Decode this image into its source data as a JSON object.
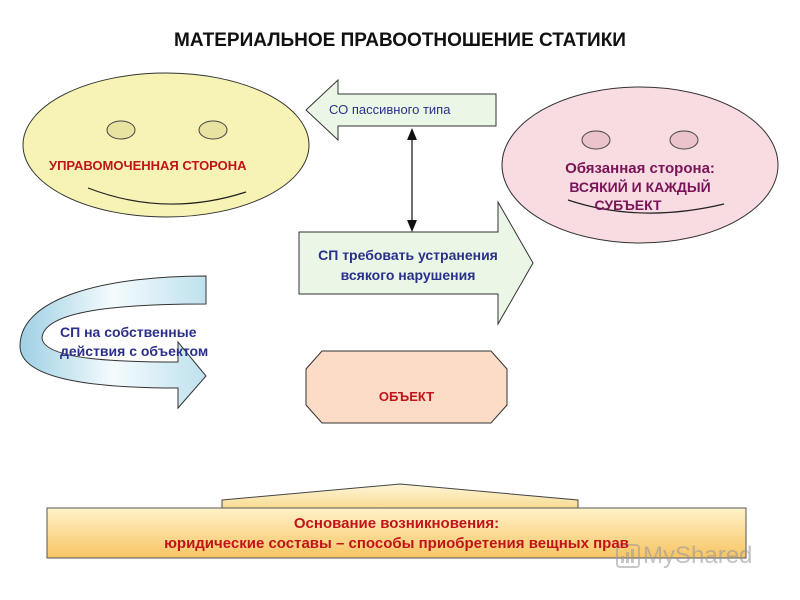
{
  "title": "МАТЕРИАЛЬНОЕ ПРАВООТНОШЕНИЕ СТАТИКИ",
  "entitled_party": {
    "label": "УПРАВОМОЧЕННАЯ СТОРОНА"
  },
  "obliged_party": {
    "line1": "Обязанная сторона:",
    "line2": "ВСЯКИЙ И КАЖДЫЙ",
    "line3": "СУБЪЕКТ"
  },
  "passive_right": {
    "label": "СО пассивного типа"
  },
  "claim_right": {
    "line1": "СП требовать устранения",
    "line2": "всякого нарушения"
  },
  "own_actions_right": {
    "line1": "СП на собственные",
    "line2": "действия с объектом"
  },
  "object": {
    "label": "ОБЪЕКТ"
  },
  "basis": {
    "line1": "Основание возникновения:",
    "line2": "юридические составы – способы приобретения вещных прав"
  },
  "watermark": {
    "text": "MyShared"
  },
  "colors": {
    "left_face": "#F7F3B5",
    "right_face": "#F8DCE2",
    "arrow_fill": "#EAF7E6",
    "object_fill": "#FCDCC6",
    "basis_fill": "#FBD07A",
    "curved_arrow": "#D6ECF4",
    "dark_text": "#2B2F8C",
    "red_text": "#C0141A",
    "purple_text": "#7A1458"
  }
}
